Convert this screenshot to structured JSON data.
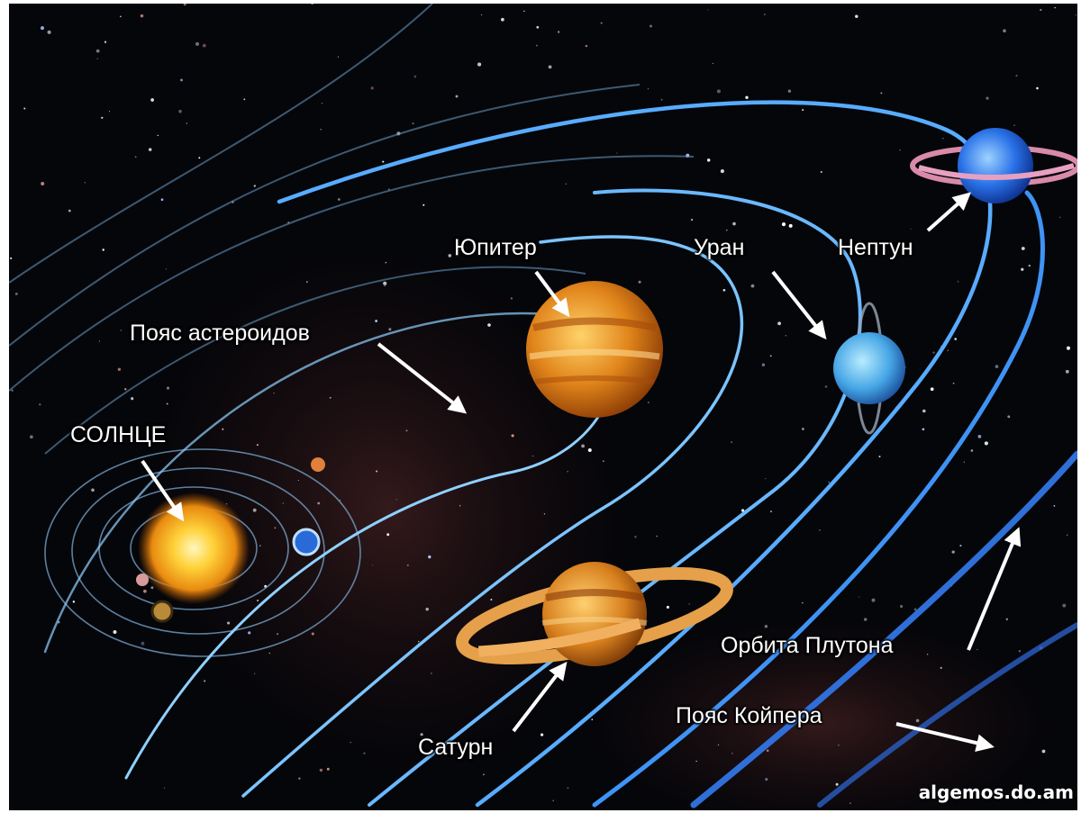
{
  "labels": {
    "sun": "СОЛНЦЕ",
    "asteroid_belt": "Пояс астероидов",
    "jupiter": "Юпитер",
    "uranus": "Уран",
    "neptune": "Нептун",
    "saturn": "Сатурн",
    "pluto_orbit": "Орбита Плутона",
    "kuiper_belt": "Пояс Койпера"
  },
  "watermark": "algemos.do.am",
  "colors": {
    "space": "#05060a",
    "orbit": "#8fd0ff",
    "orbit_outer": "#2f6fd8",
    "sun": "#ffcc22",
    "jupiter": "#e08a1a",
    "saturn": "#e09a2a",
    "uranus": "#5ab8f0",
    "neptune": "#2a6ee8",
    "label": "#ffffff"
  }
}
